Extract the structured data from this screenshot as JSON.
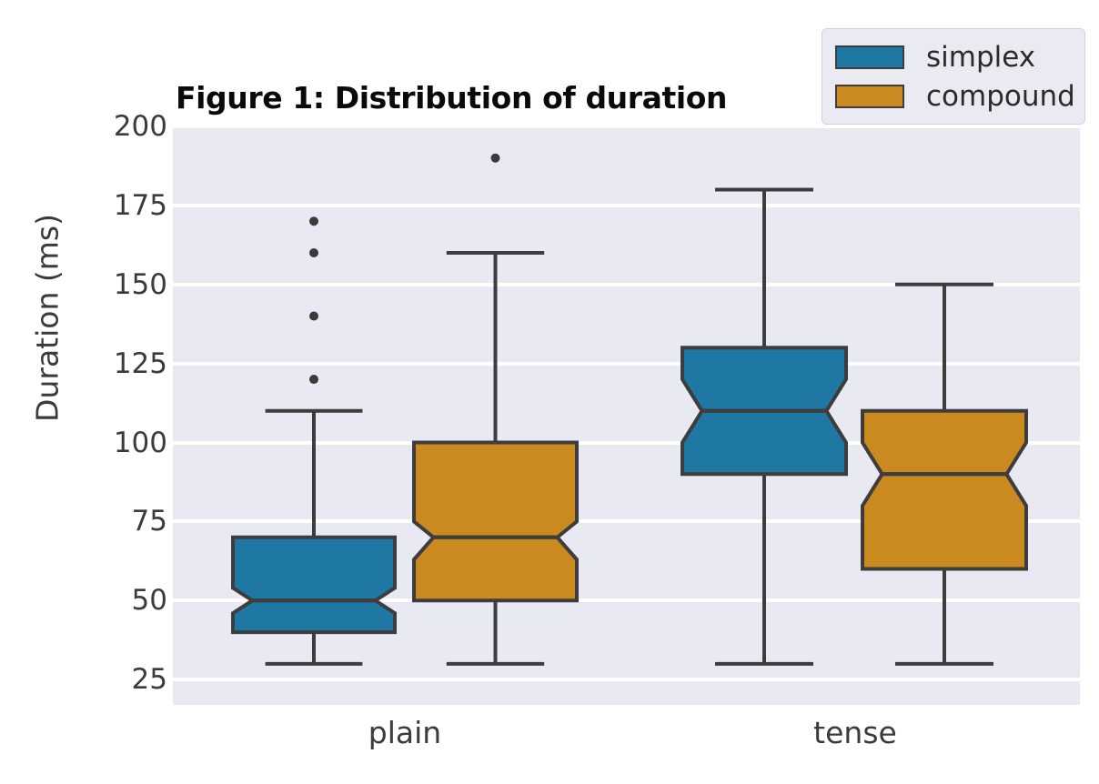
{
  "chart_data": {
    "type": "box",
    "title": "Figure 1: Distribution of duration",
    "xlabel": "",
    "ylabel": "Duration (ms)",
    "categories": [
      "plain",
      "tense"
    ],
    "ylim": [
      17,
      200
    ],
    "yticks": [
      200,
      175,
      150,
      125,
      100,
      75,
      50,
      25
    ],
    "grid": true,
    "notched": true,
    "legend_position": "upper right",
    "colors": {
      "simplex": "#1f77a4",
      "compound": "#ca8a20",
      "line": "#3d3d3d",
      "plot_background": "#e8e9f2",
      "gridline": "#ffffff",
      "text": "#3b3b3b",
      "title": "#0a0a0a"
    },
    "series": [
      {
        "name": "simplex",
        "color": "#1f77a4",
        "boxes": [
          {
            "category": "plain",
            "whisker_low": 30,
            "q1": 40,
            "median": 50,
            "q3": 70,
            "whisker_high": 110,
            "notch_low": 46,
            "notch_high": 54,
            "outliers": [
              120,
              140,
              160,
              170
            ]
          },
          {
            "category": "tense",
            "whisker_low": 30,
            "q1": 90,
            "median": 110,
            "q3": 130,
            "whisker_high": 180,
            "notch_low": 100,
            "notch_high": 120,
            "outliers": []
          }
        ]
      },
      {
        "name": "compound",
        "color": "#ca8a20",
        "boxes": [
          {
            "category": "plain",
            "whisker_low": 30,
            "q1": 50,
            "median": 70,
            "q3": 100,
            "whisker_high": 160,
            "notch_low": 63,
            "notch_high": 75,
            "outliers": [
              190
            ]
          },
          {
            "category": "tense",
            "whisker_low": 30,
            "q1": 60,
            "median": 90,
            "q3": 110,
            "whisker_high": 150,
            "notch_low": 80,
            "notch_high": 100,
            "outliers": []
          }
        ]
      }
    ]
  },
  "legend": {
    "items": [
      {
        "label": "simplex",
        "color": "#1f77a4"
      },
      {
        "label": "compound",
        "color": "#ca8a20"
      }
    ]
  }
}
